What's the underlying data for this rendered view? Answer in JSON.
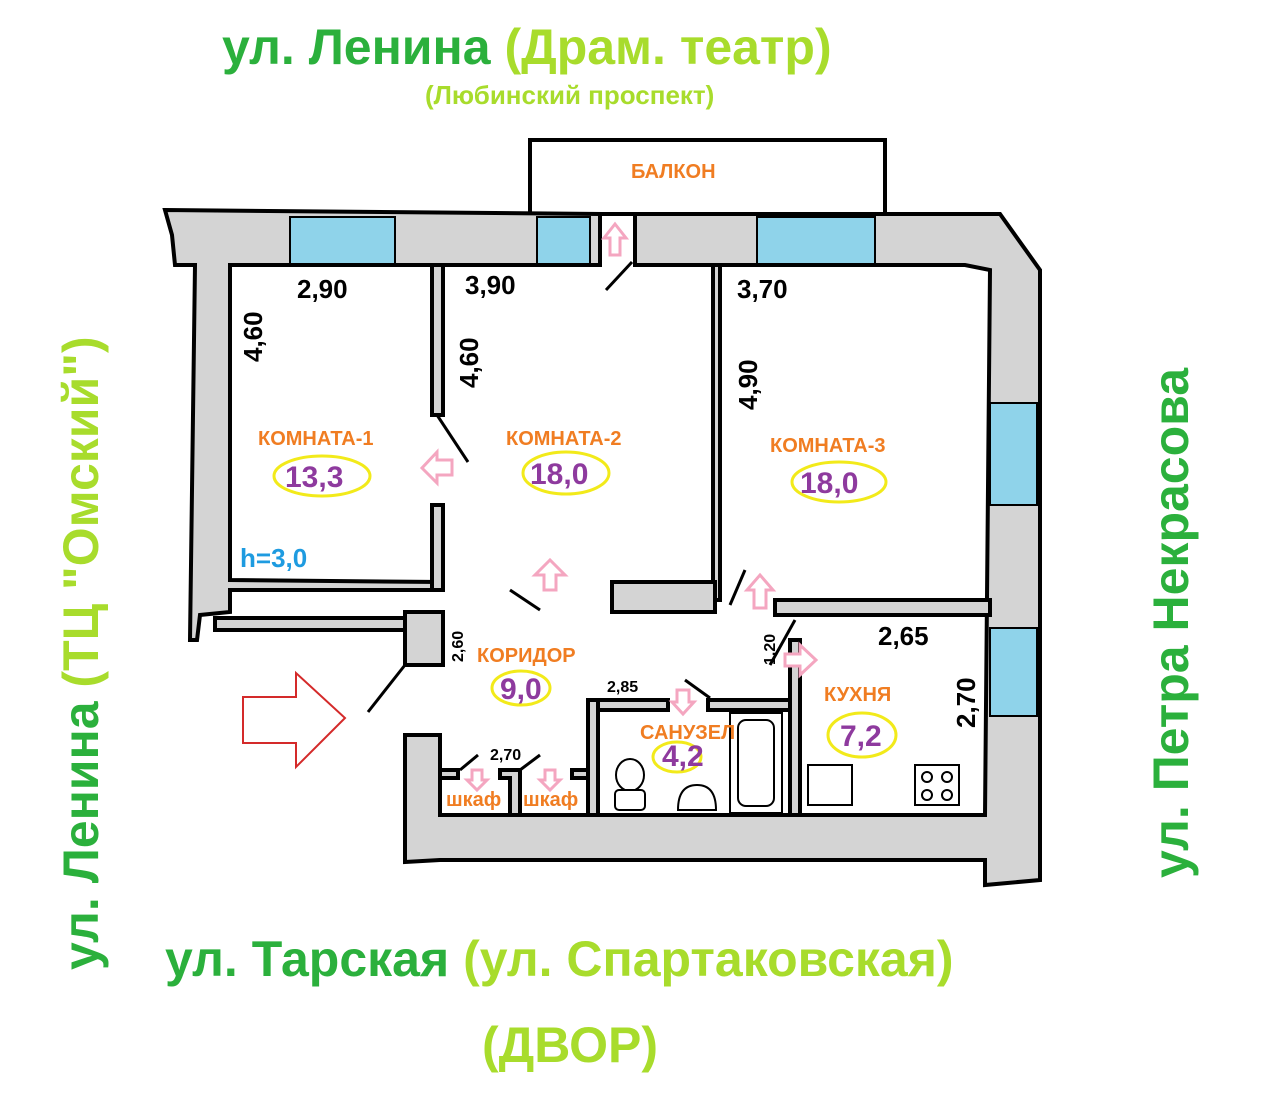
{
  "streets": {
    "top_main": "ул. Ленина",
    "top_alt": "(Драм. театр)",
    "top_sub": "(Любинский проспект)",
    "left_main": "ул. Ленина",
    "left_alt": "(ТЦ \"Омский\")",
    "right_main": "ул. Петра Некрасова",
    "bottom_main": "ул. Тарская",
    "bottom_alt": "(ул. Спартаковская)",
    "bottom_sub": "(ДВОР)"
  },
  "rooms": {
    "balcony": "БАЛКОН",
    "room1": {
      "label": "КОМНАТА-1",
      "area": "13,3",
      "width": "2,90",
      "length": "4,60"
    },
    "room2": {
      "label": "КОМНАТА-2",
      "area": "18,0",
      "width": "3,90",
      "length": "4,60"
    },
    "room3": {
      "label": "КОМНАТА-3",
      "area": "18,0",
      "width": "3,70",
      "length": "4,90"
    },
    "corridor": {
      "label": "КОРИДОР",
      "area": "9,0",
      "length": "2,60",
      "passage": "1,20"
    },
    "kitchen": {
      "label": "КУХНЯ",
      "area": "7,2",
      "width": "2,65",
      "length": "2,70"
    },
    "bathroom": {
      "label": "САНУЗЕЛ",
      "area": "4,2",
      "width": "2,85"
    },
    "closets": {
      "label1": "шкаф",
      "label2": "шкаф",
      "width": "2,70"
    }
  },
  "ceiling_height": "h=3,0",
  "colors": {
    "street_dark": "#2bb03c",
    "street_light": "#a8dc2c",
    "room_label": "#f07d22",
    "area": "#8e3a9e",
    "window": "#8fd3ea"
  }
}
